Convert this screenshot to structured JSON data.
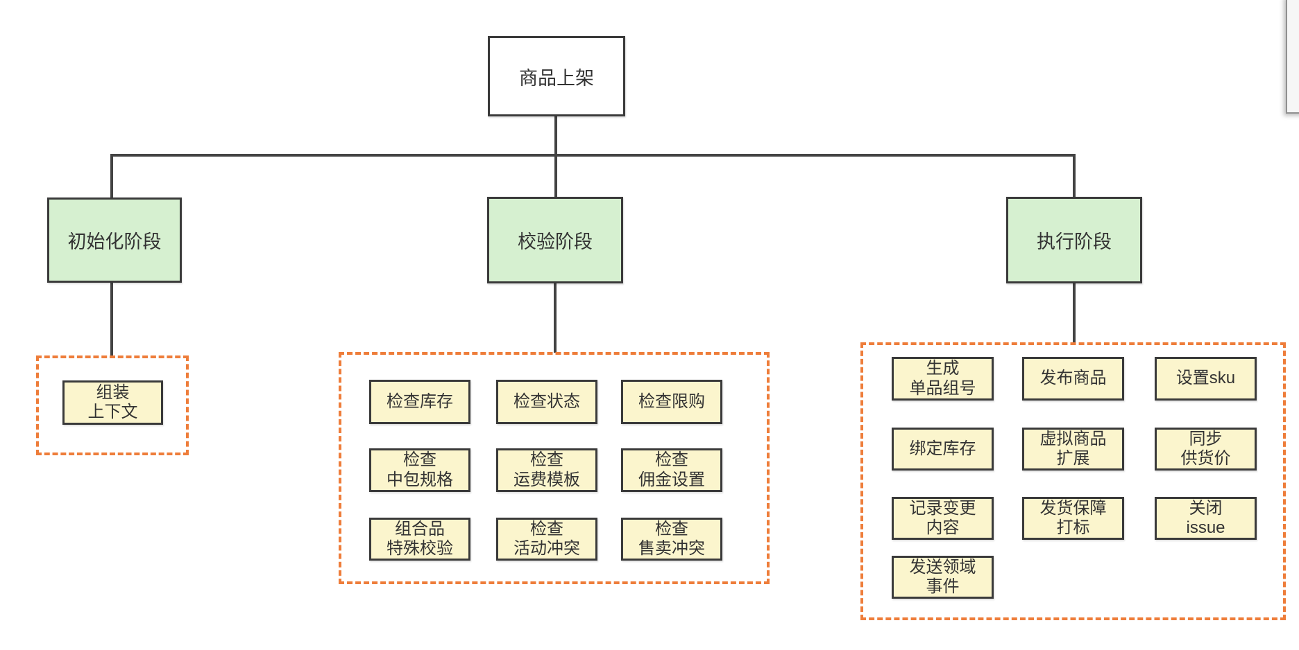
{
  "diagram_title": "商品上架",
  "root": {
    "label": "商品上架"
  },
  "phases": [
    {
      "label": "初始化阶段",
      "tasks": [
        {
          "label": "组装\n上下文"
        }
      ]
    },
    {
      "label": "校验阶段",
      "tasks": [
        {
          "label": "检查库存"
        },
        {
          "label": "检查状态"
        },
        {
          "label": "检查限购"
        },
        {
          "label": "检查\n中包规格"
        },
        {
          "label": "检查\n运费模板"
        },
        {
          "label": "检查\n佣金设置"
        },
        {
          "label": "组合品\n特殊校验"
        },
        {
          "label": "检查\n活动冲突"
        },
        {
          "label": "检查\n售卖冲突"
        }
      ]
    },
    {
      "label": "执行阶段",
      "tasks": [
        {
          "label": "生成\n单品组号"
        },
        {
          "label": "发布商品"
        },
        {
          "label": "设置sku"
        },
        {
          "label": "绑定库存"
        },
        {
          "label": "虚拟商品\n扩展"
        },
        {
          "label": "同步\n供货价"
        },
        {
          "label": "记录变更\n内容"
        },
        {
          "label": "发货保障\n打标"
        },
        {
          "label": "关闭\nissue"
        },
        {
          "label": "发送领域\n事件"
        }
      ]
    }
  ],
  "colors": {
    "phase_fill": "#d6f0d0",
    "task_fill": "#fbf5cd",
    "group_border": "#ee7d3a",
    "node_border": "#3a3a3a",
    "connector": "#434343",
    "root_fill": "#ffffff"
  }
}
